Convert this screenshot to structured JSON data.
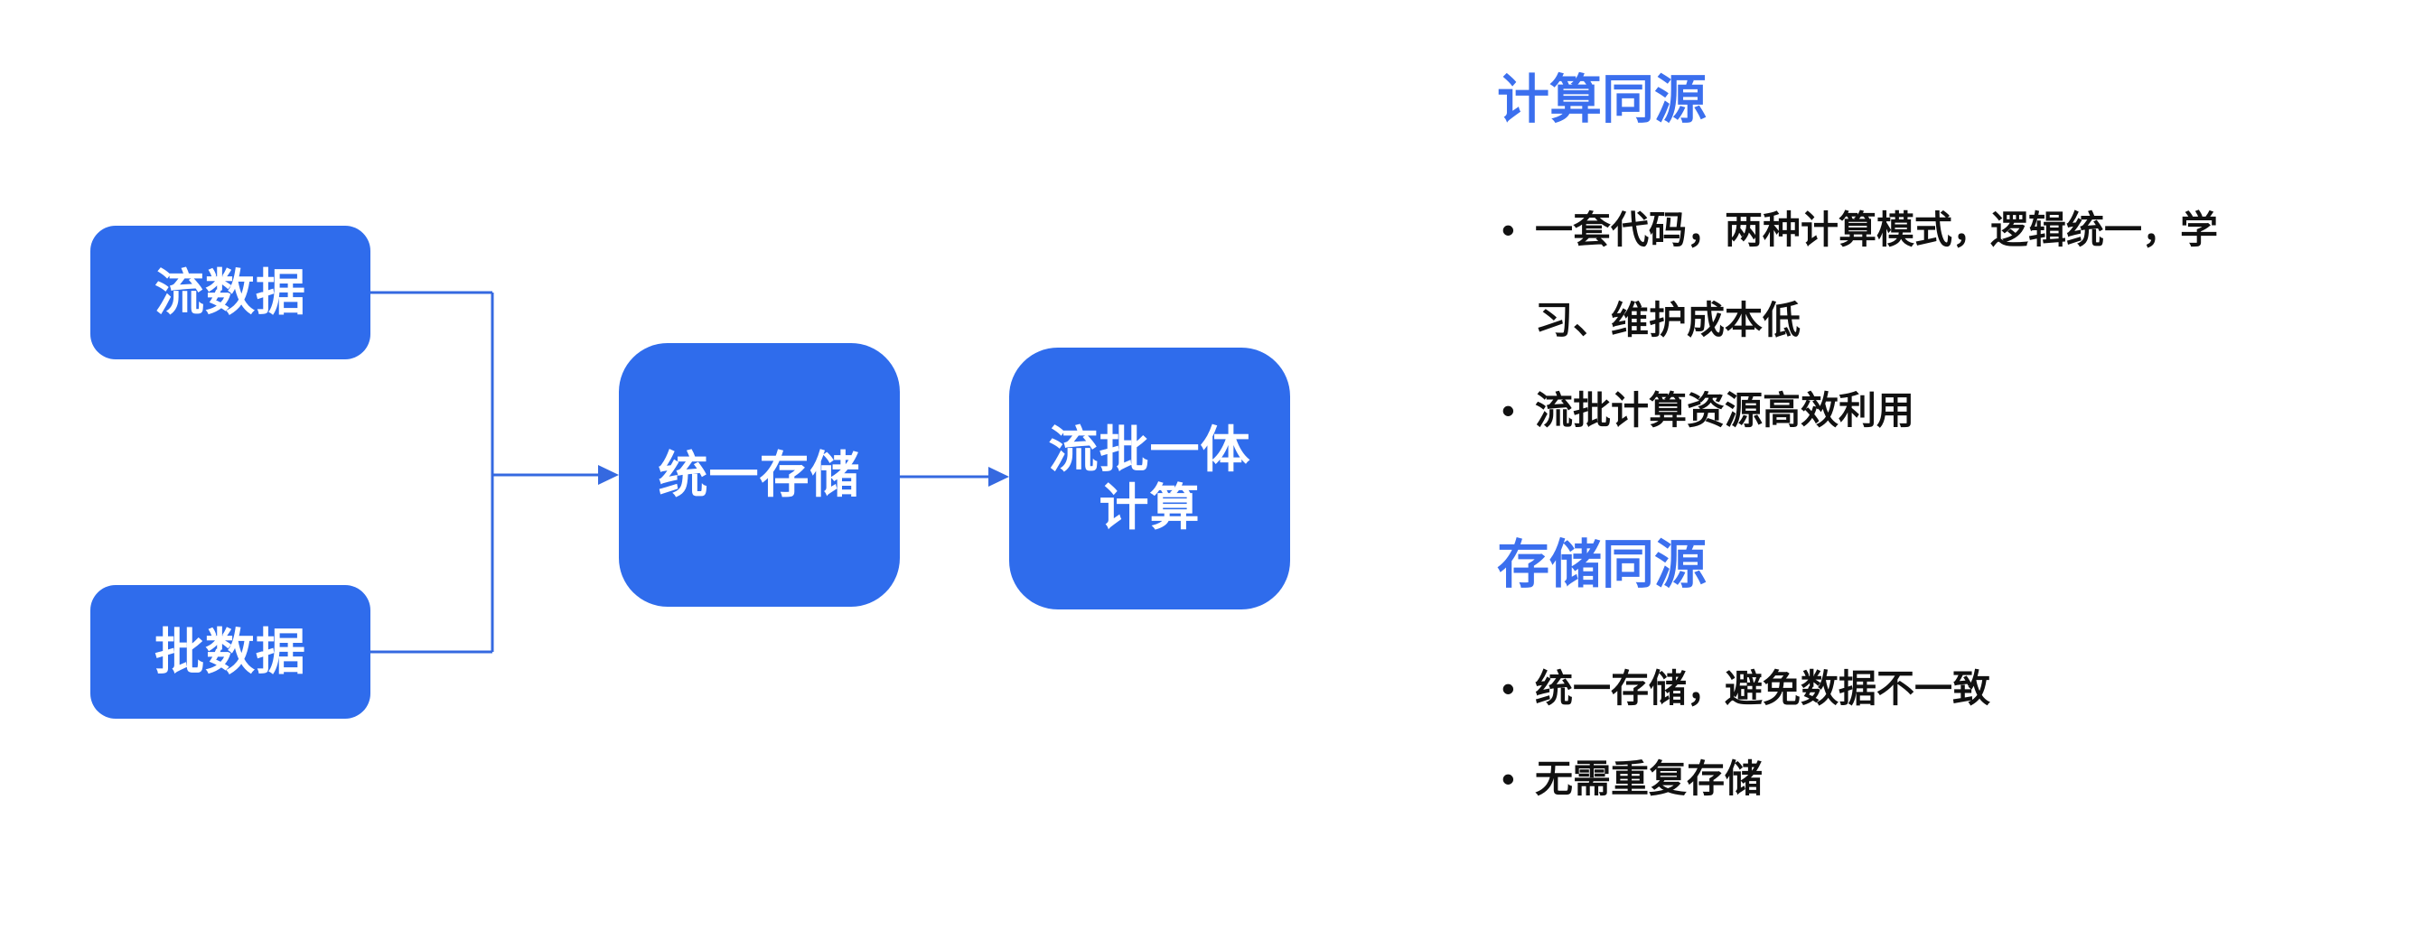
{
  "colors": {
    "node_fill": "#2F6CEC",
    "node_text": "#FFFFFF",
    "connector": "#3569E0",
    "heading_text": "#3B6FEE",
    "body_text": "#111111",
    "background": "#FFFFFF"
  },
  "diagram": {
    "nodes": {
      "stream": {
        "label": "流数据"
      },
      "batch": {
        "label": "批数据"
      },
      "storage": {
        "label": "统一存储"
      },
      "compute": {
        "lines": [
          "流批一体",
          "计算"
        ]
      }
    }
  },
  "right_panel": {
    "bullet_glyph": "•",
    "sections": [
      {
        "title": "计算同源",
        "bullets": [
          {
            "lines": [
              "一套代码，两种计算模式，逻辑统一，学",
              "习、维护成本低"
            ]
          },
          {
            "lines": [
              "流批计算资源高效利用"
            ]
          }
        ]
      },
      {
        "title": "存储同源",
        "bullets": [
          {
            "lines": [
              "统一存储，避免数据不一致"
            ]
          },
          {
            "lines": [
              "无需重复存储"
            ]
          }
        ]
      }
    ]
  }
}
